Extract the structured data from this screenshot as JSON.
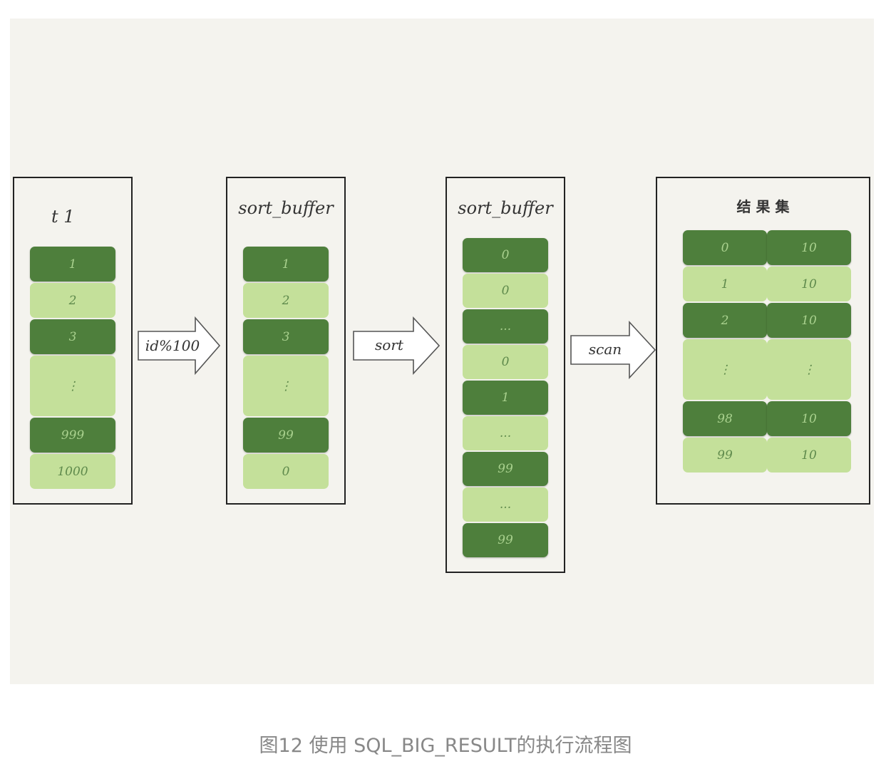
{
  "panels": {
    "t1": {
      "title": "t 1",
      "cells": [
        {
          "text": "1",
          "tone": "dark"
        },
        {
          "text": "2",
          "tone": "light"
        },
        {
          "text": "3",
          "tone": "dark"
        },
        {
          "text": "⋮",
          "tone": "light"
        },
        {
          "text": "999",
          "tone": "dark"
        },
        {
          "text": "1000",
          "tone": "light"
        }
      ]
    },
    "sort_buffer_1": {
      "title": "sort_buffer",
      "cells": [
        {
          "text": "1",
          "tone": "dark"
        },
        {
          "text": "2",
          "tone": "light"
        },
        {
          "text": "3",
          "tone": "dark"
        },
        {
          "text": "⋮",
          "tone": "light"
        },
        {
          "text": "99",
          "tone": "dark"
        },
        {
          "text": "0",
          "tone": "light"
        }
      ]
    },
    "sort_buffer_2": {
      "title": "sort_buffer",
      "cells": [
        {
          "text": "0",
          "tone": "dark"
        },
        {
          "text": "0",
          "tone": "light"
        },
        {
          "text": "...",
          "tone": "dark"
        },
        {
          "text": "0",
          "tone": "light"
        },
        {
          "text": "1",
          "tone": "dark"
        },
        {
          "text": "...",
          "tone": "light"
        },
        {
          "text": "99",
          "tone": "dark"
        },
        {
          "text": "...",
          "tone": "light"
        },
        {
          "text": "99",
          "tone": "dark"
        }
      ]
    },
    "result": {
      "title": "结 果 集",
      "rows": [
        {
          "key": "0",
          "value": "10",
          "tone": "dark"
        },
        {
          "key": "1",
          "value": "10",
          "tone": "light"
        },
        {
          "key": "2",
          "value": "10",
          "tone": "dark"
        },
        {
          "key": "⋮",
          "value": "⋮",
          "tone": "light"
        },
        {
          "key": "98",
          "value": "10",
          "tone": "dark"
        },
        {
          "key": "99",
          "value": "10",
          "tone": "light"
        }
      ]
    }
  },
  "arrows": {
    "a1": "id%100",
    "a2": "sort",
    "a3": "scan"
  },
  "colors": {
    "dark_cell": "#4e7f3c",
    "light_cell": "#c4e09a",
    "background": "#f4f3ee"
  },
  "caption": "图12 使用 SQL_BIG_RESULT的执行流程图"
}
